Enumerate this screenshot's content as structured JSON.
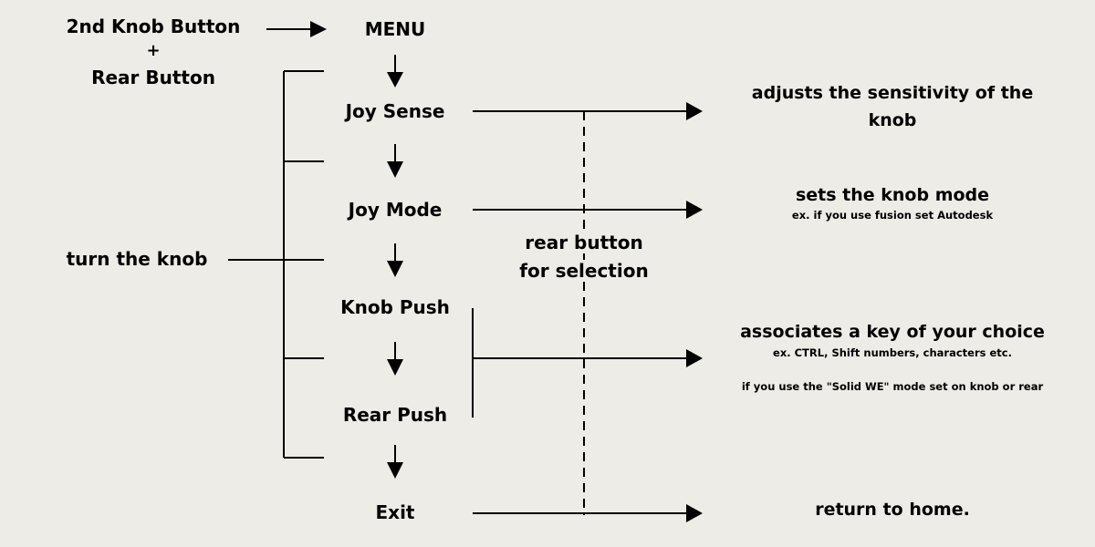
{
  "inputs": {
    "combo_line1": "2nd Knob Button",
    "plus": "+",
    "combo_line2": "Rear Button",
    "turn_knob": "turn the knob"
  },
  "menu": {
    "title": "MENU",
    "items": [
      {
        "label": "Joy Sense"
      },
      {
        "label": "Joy Mode"
      },
      {
        "label": "Knob Push"
      },
      {
        "label": "Rear Push"
      },
      {
        "label": "Exit"
      }
    ]
  },
  "selection": {
    "line1": "rear button",
    "line2": "for selection"
  },
  "descriptions": {
    "joy_sense_line1": "adjusts the sensitivity of the",
    "joy_sense_line2": "knob",
    "joy_mode_main": "sets the knob mode",
    "joy_mode_note": "ex. if you use fusion set Autodesk",
    "push_main": "associates a key of your choice",
    "push_note1": "ex. CTRL, Shift numbers, characters etc.",
    "push_note2": "if you use the \"Solid WE\" mode set on knob or rear",
    "exit": "return to home."
  }
}
